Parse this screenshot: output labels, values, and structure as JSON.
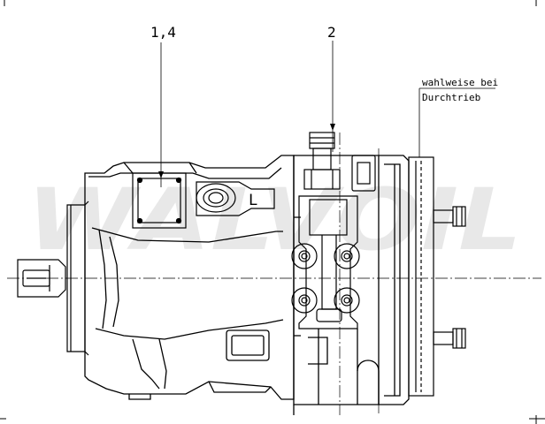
{
  "labels": {
    "part_14": "1,4",
    "part_2": "2",
    "port_l": "L",
    "optional_line1": "wahlweise bei",
    "optional_line2": "Durchtrieb"
  },
  "watermark": {
    "text": "WALVOIL",
    "color": "#e8e8e8"
  },
  "colors": {
    "ink": "#000000",
    "background": "#ffffff"
  }
}
